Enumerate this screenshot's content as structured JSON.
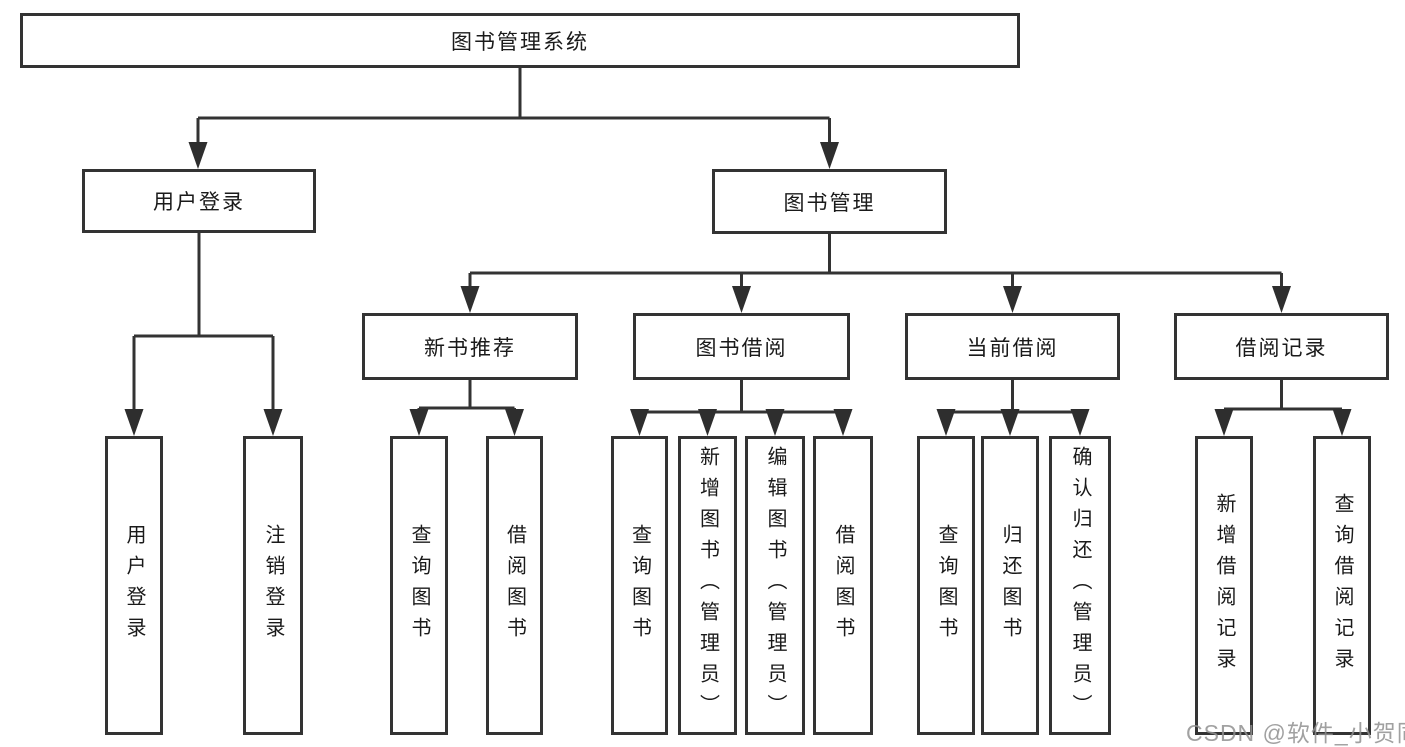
{
  "nodes": {
    "root": {
      "label": "图书管理系统"
    },
    "login_group": {
      "label": "用户登录"
    },
    "book_management": {
      "label": "图书管理"
    },
    "new_book_recommend": {
      "label": "新书推荐"
    },
    "book_borrowing": {
      "label": "图书借阅"
    },
    "current_borrowing": {
      "label": "当前借阅"
    },
    "borrowing_records": {
      "label": "借阅记录"
    },
    "user_login": {
      "label": "用户登录"
    },
    "logout": {
      "label": "注销登录"
    },
    "recommend_query_books": {
      "label": "查询图书"
    },
    "recommend_borrow_books": {
      "label": "借阅图书"
    },
    "borrow_query_books": {
      "label": "查询图书"
    },
    "borrow_add_books": {
      "label": "新增图书（管理员）"
    },
    "borrow_edit_books": {
      "label": "编辑图书（管理员）"
    },
    "borrow_borrow_books": {
      "label": "借阅图书"
    },
    "current_query_books": {
      "label": "查询图书"
    },
    "current_return_books": {
      "label": "归还图书"
    },
    "current_confirm_return": {
      "label": "确认归还（管理员）"
    },
    "records_add_record": {
      "label": "新增借阅记录"
    },
    "records_query_record": {
      "label": "查询借阅记录"
    }
  },
  "watermark": {
    "text": "CSDN @软件_小贺同学"
  },
  "colors": {
    "line": "#333333",
    "text": "#1a1a1a",
    "background": "#ffffff",
    "watermark": "#919191"
  }
}
